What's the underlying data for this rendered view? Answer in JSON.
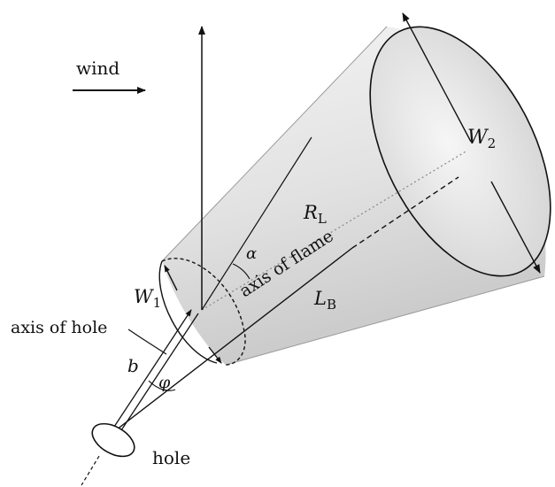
{
  "labels": {
    "wind": "wind",
    "w2": "W",
    "w2_sub": "2",
    "w1": "W",
    "w1_sub": "1",
    "rl": "R",
    "rl_sub": "L",
    "lb": "L",
    "lb_sub": "B",
    "alpha": "α",
    "axis_of_flame": "axis of flame",
    "axis_of_hole": "axis of hole",
    "b": "b",
    "phi": "φ",
    "hole": "hole"
  },
  "colors": {
    "cone_fill_light": "#f2f2f2",
    "cone_fill_dark": "#cfcfcf",
    "ellipse_fill": "#e4e4e4",
    "stroke": "#111111",
    "dotted": "#8c8c8c"
  }
}
